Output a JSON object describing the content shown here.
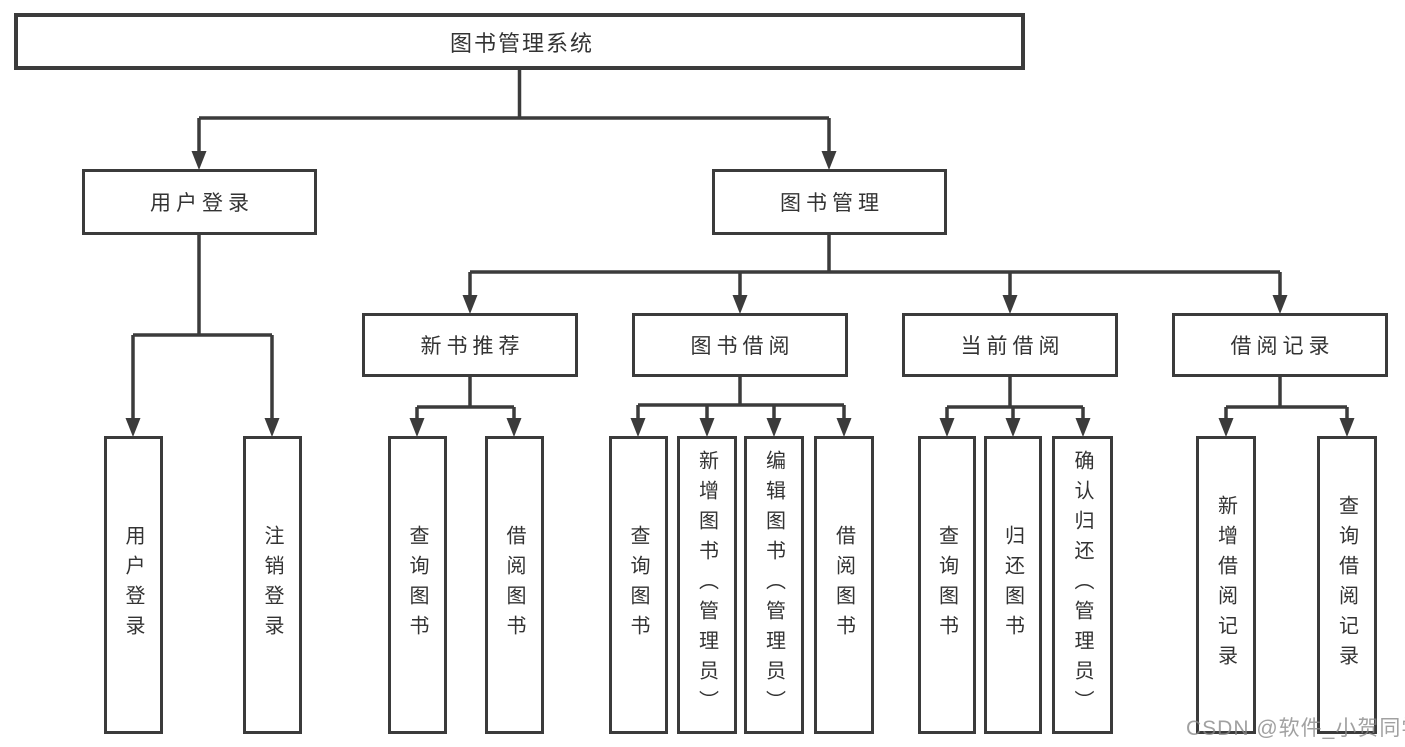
{
  "diagram": {
    "title": "图书管理系统",
    "tree": {
      "root": {
        "label": "图书管理系统"
      },
      "branches": [
        {
          "label": "用户登录",
          "children": [
            {
              "label": "用户登录"
            },
            {
              "label": "注销登录"
            }
          ]
        },
        {
          "label": "图书管理",
          "children": [
            {
              "label": "新书推荐",
              "children": [
                {
                  "label": "查询图书"
                },
                {
                  "label": "借阅图书"
                }
              ]
            },
            {
              "label": "图书借阅",
              "children": [
                {
                  "label": "查询图书"
                },
                {
                  "label": "新增图书（管理员）"
                },
                {
                  "label": "编辑图书（管理员）"
                },
                {
                  "label": "借阅图书"
                }
              ]
            },
            {
              "label": "当前借阅",
              "children": [
                {
                  "label": "查询图书"
                },
                {
                  "label": "归还图书"
                },
                {
                  "label": "确认归还（管理员）"
                }
              ]
            },
            {
              "label": "借阅记录",
              "children": [
                {
                  "label": "新增借阅记录"
                },
                {
                  "label": "查询借阅记录"
                }
              ]
            }
          ]
        }
      ]
    },
    "colors": {
      "line": "#3b3b3b",
      "text": "#333333",
      "background": "#ffffff",
      "watermark": "#878787"
    }
  },
  "watermark": "CSDN @软件_小贺同学"
}
